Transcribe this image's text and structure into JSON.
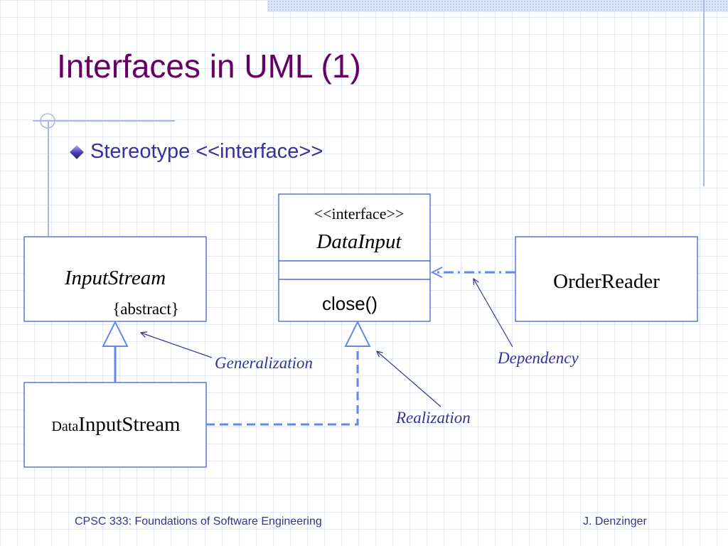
{
  "slide": {
    "title": "Interfaces in UML (1)",
    "bullet": "Stereotype <<interface>>"
  },
  "diagram": {
    "input_stream": {
      "name": "InputStream",
      "constraint": "{abstract}"
    },
    "data_input": {
      "stereotype": "<<interface>>",
      "name": "DataInput",
      "operation": "close()"
    },
    "order_reader": {
      "name": "OrderReader"
    },
    "data_input_stream": {
      "prefix": "Data",
      "name": "InputStream"
    },
    "labels": {
      "generalization": "Generalization",
      "realization": "Realization",
      "dependency": "Dependency"
    }
  },
  "footer": {
    "course": "CPSC 333: Foundations of Software Engineering",
    "author": "J. Denzinger"
  },
  "colors": {
    "title": "#660066",
    "body_text": "#333399",
    "box_border": "#3355cc",
    "connector": "#6688e8",
    "annotation": "#333399"
  }
}
